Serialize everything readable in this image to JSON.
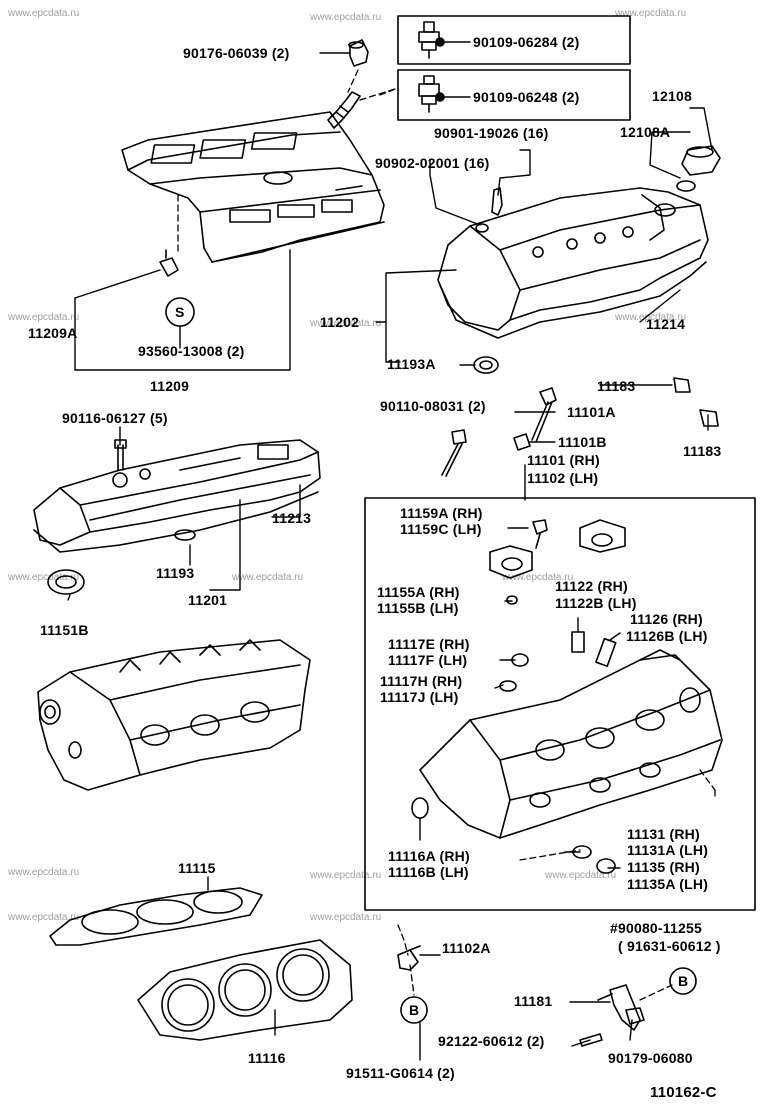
{
  "watermark": "www.epcdata.ru",
  "diagram_code": "110162-C",
  "callouts": {
    "s_marker": "S",
    "b_marker": "B"
  },
  "labels": {
    "p90176": "90176-06039 (2)",
    "p90109a": "90109-06284 (2)",
    "p90109b": "90109-06248 (2)",
    "p12108": "12108",
    "p12108A": "12108A",
    "p90901": "90901-19026 (16)",
    "p90902": "90902-02001 (16)",
    "p11202": "11202",
    "p11214": "11214",
    "p11209A": "11209A",
    "p93560": "93560-13008 (2)",
    "p11209": "11209",
    "p11193A": "11193A",
    "p11183a": "11183",
    "p11183b": "11183",
    "p90110": "90110-08031 (2)",
    "p11101A": "11101A",
    "p11101B": "11101B",
    "p11101RH": "11101 (RH)",
    "p11102LH": "11102 (LH)",
    "p90116": "90116-06127 (5)",
    "p11213": "11213",
    "p11193": "11193",
    "p11201": "11201",
    "p11151B": "11151B",
    "p11159A": "11159A (RH)",
    "p11159C": "11159C (LH)",
    "p11155A": "11155A (RH)",
    "p11155B": "11155B (LH)",
    "p11122": "11122 (RH)",
    "p11122B": "11122B (LH)",
    "p11126": "11126 (RH)",
    "p11126B": "11126B (LH)",
    "p11117E": "11117E (RH)",
    "p11117F": "11117F (LH)",
    "p11117H": "11117H (RH)",
    "p11117J": "11117J (LH)",
    "p11116A": "11116A (RH)",
    "p11116B": "11116B (LH)",
    "p11131": "11131 (RH)",
    "p11131A": "11131A (LH)",
    "p11135": "11135 (RH)",
    "p11135A": "11135A (LH)",
    "p11115": "11115",
    "p11116": "11116",
    "p11102A": "11102A",
    "p90080": "#90080-11255",
    "p91631": "( 91631-60612 )",
    "p11181": "11181",
    "p92122": "92122-60612 (2)",
    "p90179": "90179-06080",
    "p91511": "91511-G0614 (2)"
  }
}
